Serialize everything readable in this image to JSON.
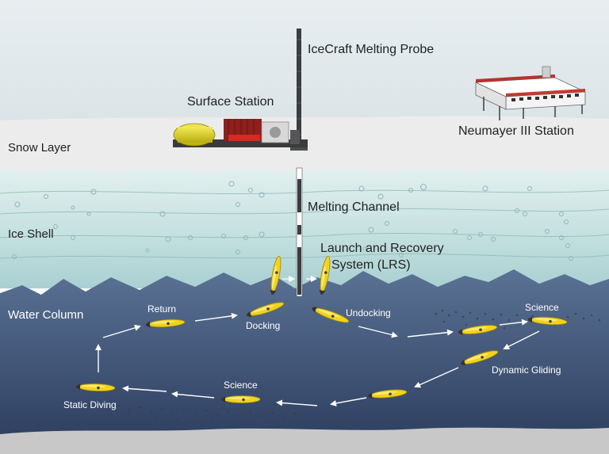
{
  "labels": {
    "probe": "IceCraft Melting Probe",
    "surface_station": "Surface Station",
    "neumayer": "Neumayer III Station",
    "snow_layer": "Snow Layer",
    "melting_channel": "Melting Channel",
    "ice_shell": "Ice Shell",
    "lrs_line1": "Launch and Recovery",
    "lrs_line2": "System (LRS)",
    "water_column": "Water Column",
    "return": "Return",
    "docking": "Docking",
    "undocking": "Undocking",
    "science_right": "Science",
    "dynamic_gliding": "Dynamic Gliding",
    "science_left": "Science",
    "static_diving": "Static Diving"
  },
  "colors": {
    "sky": "#e6ecee",
    "snow": "#ececec",
    "ice": "#cfe6e6",
    "water_top": "#4f6788",
    "water_bottom": "#2d3f60",
    "seafloor": "#c9c9c9",
    "vehicle": "#f2d21c",
    "arrow": "#ffffff",
    "station_red": "#b8322e",
    "tank_yellow": "#e4d81c"
  }
}
